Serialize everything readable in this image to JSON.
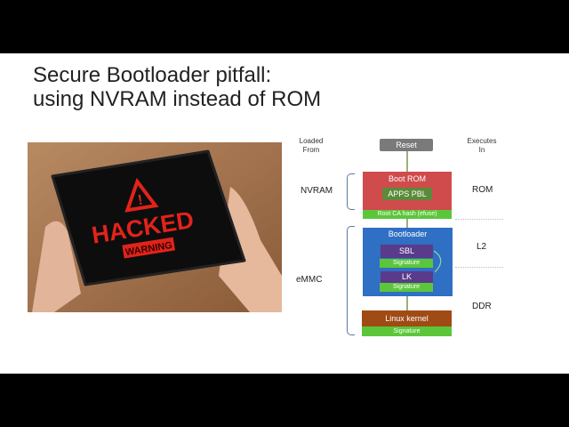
{
  "slide": {
    "title_line1": "Secure Bootloader pitfall:",
    "title_line2": "using NVRAM instead of ROM"
  },
  "photo": {
    "screen_headline": "HACKED",
    "screen_badge": "WARNING"
  },
  "diagram": {
    "loaded_from_header": [
      "Loaded",
      "From"
    ],
    "executes_in_header": [
      "Executes",
      "In"
    ],
    "reset": "Reset",
    "boot_rom": "Boot ROM",
    "apps_pbl": "APPS PBL",
    "root_ca": "Root CA hash (efuse)",
    "bootloader": "Bootloader",
    "sbl": "SBL",
    "lk": "LK",
    "signature": "Signature",
    "linux_kernel": "Linux kernel",
    "loaded_from": {
      "nvram": "NVRAM",
      "emmc": "eMMC"
    },
    "executes_in": {
      "rom": "ROM",
      "l2": "L2",
      "ddr": "DDR"
    },
    "colors": {
      "reset": "#7a7a7a",
      "boot_rom": "#d04b4b",
      "pbl": "#5c8a3a",
      "green": "#5cc63a",
      "bootloader": "#2f6fc4",
      "stage": "#5a3a8a",
      "kernel": "#a04a14"
    }
  }
}
